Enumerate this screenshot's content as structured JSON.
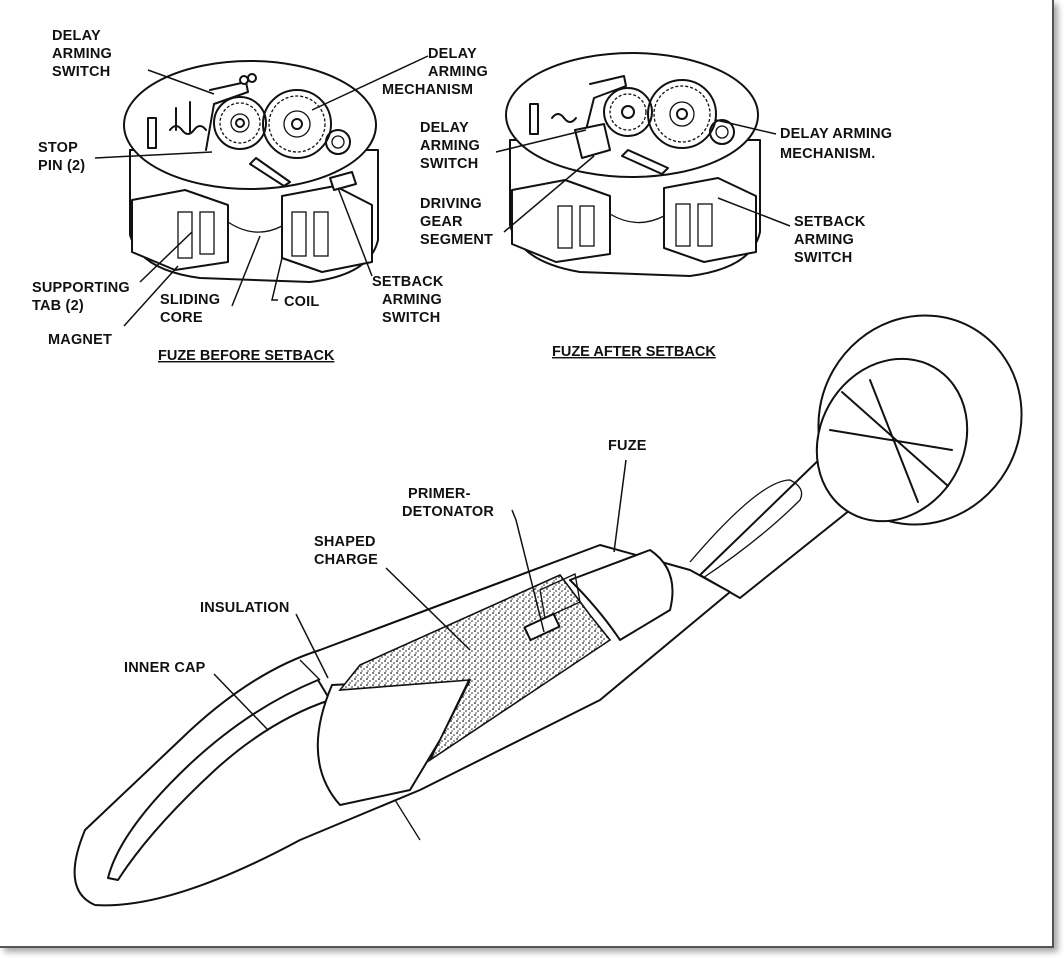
{
  "diagram": {
    "before": {
      "caption": "FUZE BEFORE SETBACK",
      "labels": {
        "delay_arming_switch": [
          "DELAY",
          "ARMING",
          "SWITCH"
        ],
        "delay_arming_mechanism": [
          "DELAY",
          "ARMING",
          "MECHANISM"
        ],
        "stop_pin": [
          "STOP",
          "PIN (2)"
        ],
        "supporting_tab": [
          "SUPPORTING",
          "TAB (2)"
        ],
        "sliding_core": [
          "SLIDING",
          "CORE"
        ],
        "coil": "COIL",
        "setback_arming_switch": [
          "SETBACK",
          "ARMING",
          "SWITCH"
        ],
        "magnet": "MAGNET"
      }
    },
    "after": {
      "caption": "FUZE AFTER SETBACK",
      "labels": {
        "delay_arming_switch": [
          "DELAY",
          "ARMING",
          "SWITCH"
        ],
        "delay_arming_mechanism": [
          "DELAY ARMING",
          "MECHANISM."
        ],
        "driving_gear_segment": [
          "DRIVING",
          "GEAR",
          "SEGMENT"
        ],
        "setback_arming_switch": [
          "SETBACK",
          "ARMING",
          "SWITCH"
        ]
      }
    },
    "projectile": {
      "labels": {
        "fuze": "FUZE",
        "primer_detonator": [
          "PRIMER-",
          "DETONATOR"
        ],
        "shaped_charge": [
          "SHAPED",
          "CHARGE"
        ],
        "insulation": "INSULATION",
        "inner_cap": "INNER CAP"
      }
    }
  }
}
